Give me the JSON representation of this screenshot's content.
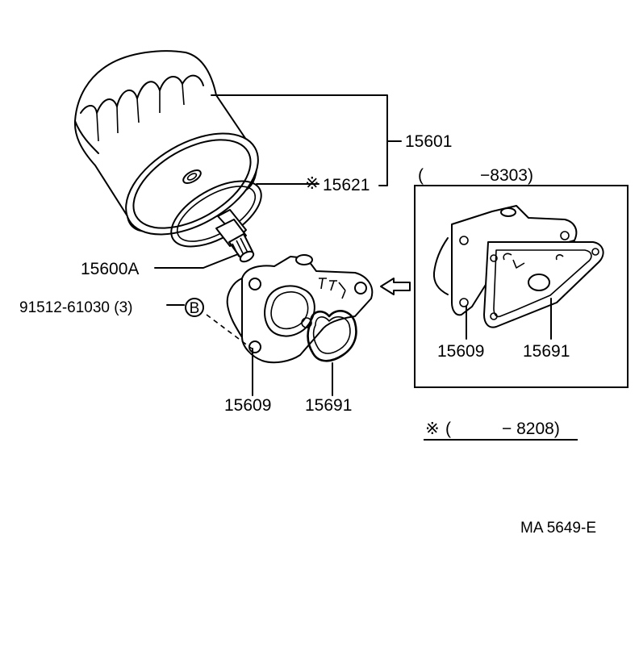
{
  "parts": {
    "oil_filter": "15601",
    "filter_gasket": "15621",
    "union_bolt": "15600A",
    "bolt": "91512-61030 (3)",
    "bolt_ref_letter": "B",
    "bracket_gasket": "15609",
    "bracket_gasket_inset": "15609",
    "oring": "15691",
    "oring_inset": "15691"
  },
  "markers": {
    "asterisk_symbol": "※"
  },
  "notes": {
    "inset_range_open": "(",
    "inset_range_end": "−8303)",
    "asterisk_range_open": "(",
    "asterisk_range_end": "− 8208)"
  },
  "figure_code": "MA  5649-E"
}
